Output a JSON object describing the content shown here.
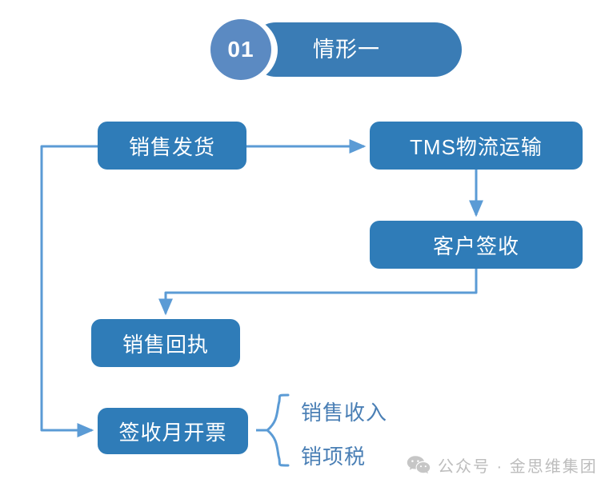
{
  "header": {
    "number": "01",
    "title": "情形一",
    "circle_color": "#5b8ac2",
    "pill_color": "#3a7cb5"
  },
  "flow": {
    "node_color": "#2f7cb8",
    "connector_color": "#5b9bd5",
    "nodes": [
      {
        "id": "sales-shipment",
        "label": "销售发货"
      },
      {
        "id": "tms-logistics",
        "label": "TMS物流运输"
      },
      {
        "id": "customer-signed",
        "label": "客户签收"
      },
      {
        "id": "sales-receipt",
        "label": "销售回执"
      },
      {
        "id": "sign-month-invoice",
        "label": "签收月开票"
      }
    ]
  },
  "outcomes": {
    "text_color": "#4a7fb5",
    "items": [
      {
        "id": "sales-income",
        "label": "销售收入"
      },
      {
        "id": "output-tax",
        "label": "销项税"
      }
    ]
  },
  "watermark": {
    "icon": "wechat-icon",
    "text": "公众号 · 金思维集团",
    "color": "#bdbdbd"
  }
}
